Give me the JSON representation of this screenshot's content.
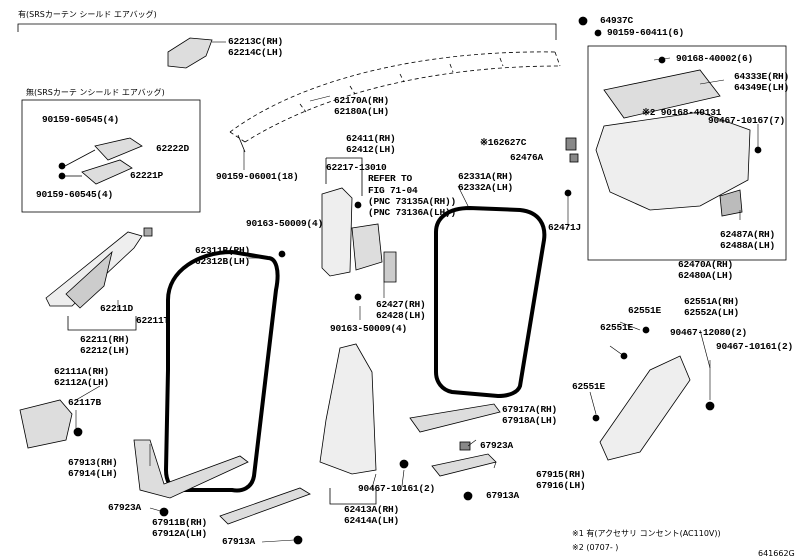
{
  "header": {
    "srs_with": "有(SRSカーテン シールド エアバッグ)",
    "srs_without": "無(SRSカーテ ンシールド エアバッグ)"
  },
  "labels": {
    "l64937C": "64937C",
    "l90159_60411": "90159-60411(6)",
    "l62213C": "62213C(RH)",
    "l62214C": "62214C(LH)",
    "l90168_40002": "90168-40002(6)",
    "l64333E": "64333E(RH)",
    "l64349E": "64349E(LH)",
    "l90168_40131": "※2 90168-40131",
    "l90467_10167": "90467-10167(7)",
    "l62170A": "62170A(RH)",
    "l62180A": "62180A(LH)",
    "l90159_60545a": "90159-60545(4)",
    "l62222D": "62222D",
    "l62221P": "62221P",
    "l90159_60545b": "90159-60545(4)",
    "l62411": "62411(RH)",
    "l62412": "62412(LH)",
    "l62217": "62217-13010",
    "l62627C": "※162627C",
    "l62476A": "62476A",
    "l90159_06001": "90159-06001(18)",
    "ref1": "REFER TO",
    "ref2": "FIG 71-04",
    "ref3": "(PNC 73135A(RH))",
    "ref4": "(PNC 73136A(LH))",
    "l62331A": "62331A(RH)",
    "l62332A": "62332A(LH)",
    "l62471J": "62471J",
    "l90163_50009a": "90163-50009(4)",
    "l62311B": "62311B(RH)",
    "l62312B": "62312B(LH)",
    "l62487A": "62487A(RH)",
    "l62488A": "62488A(LH)",
    "l62470A": "62470A(RH)",
    "l62480A": "62480A(LH)",
    "l62211D": "62211D",
    "l62211T": "62211T",
    "l62427": "62427(RH)",
    "l62428": "62428(LH)",
    "l62551E_a": "62551E",
    "l62551A": "62551A(RH)",
    "l62552A": "62552A(LH)",
    "l62551E_b": "62551E",
    "l90467_12080": "90467-12080(2)",
    "l90163_50009b": "90163-50009(4)",
    "l62211": "62211(RH)",
    "l62212": "62212(LH)",
    "l90467_10161a": "90467-10161(2)",
    "l62111A": "62111A(RH)",
    "l62112A": "62112A(LH)",
    "l62551E_c": "62551E",
    "l62117B": "62117B",
    "l67917A": "67917A(RH)",
    "l67918A": "67918A(LH)",
    "l67923A_a": "67923A",
    "l67913": "67913(RH)",
    "l67914": "67914(LH)",
    "l67915": "67915(RH)",
    "l67916": "67916(LH)",
    "l90467_10161b": "90467-10161(2)",
    "l67913A_a": "67913A",
    "l62413A": "62413A(RH)",
    "l62414A": "62414A(LH)",
    "l67923A_b": "67923A",
    "l67911B": "67911B(RH)",
    "l67912A": "67912A(LH)",
    "l67913A_b": "67913A"
  },
  "footnotes": {
    "n1": "※1 有(アクセサリ コンセント(AC110V))",
    "n2": "※2 (0707-    )",
    "code": "641662G"
  }
}
